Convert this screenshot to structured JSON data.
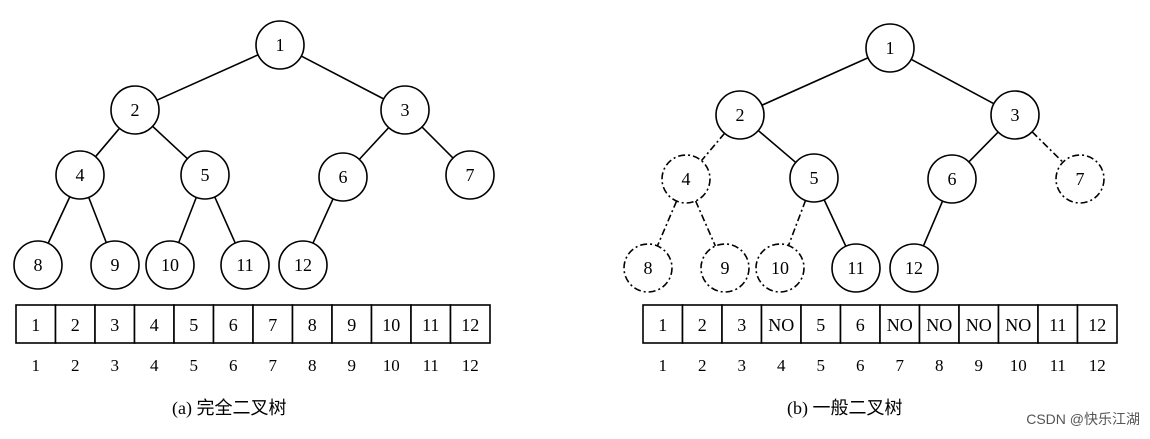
{
  "diagram_a": {
    "caption": "(a) 完全二叉树",
    "nodes": [
      {
        "id": "1",
        "label": "1",
        "dashed": false
      },
      {
        "id": "2",
        "label": "2",
        "dashed": false
      },
      {
        "id": "3",
        "label": "3",
        "dashed": false
      },
      {
        "id": "4",
        "label": "4",
        "dashed": false
      },
      {
        "id": "5",
        "label": "5",
        "dashed": false
      },
      {
        "id": "6",
        "label": "6",
        "dashed": false
      },
      {
        "id": "7",
        "label": "7",
        "dashed": false
      },
      {
        "id": "8",
        "label": "8",
        "dashed": false
      },
      {
        "id": "9",
        "label": "9",
        "dashed": false
      },
      {
        "id": "10",
        "label": "10",
        "dashed": false
      },
      {
        "id": "11",
        "label": "11",
        "dashed": false
      },
      {
        "id": "12",
        "label": "12",
        "dashed": false
      }
    ],
    "edges": [
      {
        "from": "1",
        "to": "2",
        "dashed": false
      },
      {
        "from": "1",
        "to": "3",
        "dashed": false
      },
      {
        "from": "2",
        "to": "4",
        "dashed": false
      },
      {
        "from": "2",
        "to": "5",
        "dashed": false
      },
      {
        "from": "3",
        "to": "6",
        "dashed": false
      },
      {
        "from": "3",
        "to": "7",
        "dashed": false
      },
      {
        "from": "4",
        "to": "8",
        "dashed": false
      },
      {
        "from": "4",
        "to": "9",
        "dashed": false
      },
      {
        "from": "5",
        "to": "10",
        "dashed": false
      },
      {
        "from": "5",
        "to": "11",
        "dashed": false
      },
      {
        "from": "6",
        "to": "12",
        "dashed": false
      }
    ],
    "array": [
      "1",
      "2",
      "3",
      "4",
      "5",
      "6",
      "7",
      "8",
      "9",
      "10",
      "11",
      "12"
    ],
    "indices": [
      "1",
      "2",
      "3",
      "4",
      "5",
      "6",
      "7",
      "8",
      "9",
      "10",
      "11",
      "12"
    ]
  },
  "diagram_b": {
    "caption": "(b) 一般二叉树",
    "nodes": [
      {
        "id": "1",
        "label": "1",
        "dashed": false
      },
      {
        "id": "2",
        "label": "2",
        "dashed": false
      },
      {
        "id": "3",
        "label": "3",
        "dashed": false
      },
      {
        "id": "4",
        "label": "4",
        "dashed": true
      },
      {
        "id": "5",
        "label": "5",
        "dashed": false
      },
      {
        "id": "6",
        "label": "6",
        "dashed": false
      },
      {
        "id": "7",
        "label": "7",
        "dashed": true
      },
      {
        "id": "8",
        "label": "8",
        "dashed": true
      },
      {
        "id": "9",
        "label": "9",
        "dashed": true
      },
      {
        "id": "10",
        "label": "10",
        "dashed": true
      },
      {
        "id": "11",
        "label": "11",
        "dashed": false
      },
      {
        "id": "12",
        "label": "12",
        "dashed": false
      }
    ],
    "edges": [
      {
        "from": "1",
        "to": "2",
        "dashed": false
      },
      {
        "from": "1",
        "to": "3",
        "dashed": false
      },
      {
        "from": "2",
        "to": "4",
        "dashed": true
      },
      {
        "from": "2",
        "to": "5",
        "dashed": false
      },
      {
        "from": "3",
        "to": "6",
        "dashed": false
      },
      {
        "from": "3",
        "to": "7",
        "dashed": true
      },
      {
        "from": "4",
        "to": "8",
        "dashed": true
      },
      {
        "from": "4",
        "to": "9",
        "dashed": true
      },
      {
        "from": "5",
        "to": "10",
        "dashed": true
      },
      {
        "from": "5",
        "to": "11",
        "dashed": false
      },
      {
        "from": "6",
        "to": "12",
        "dashed": false
      }
    ],
    "array": [
      "1",
      "2",
      "3",
      "NO",
      "5",
      "6",
      "NO",
      "NO",
      "NO",
      "NO",
      "11",
      "12"
    ],
    "indices": [
      "1",
      "2",
      "3",
      "4",
      "5",
      "6",
      "7",
      "8",
      "9",
      "10",
      "11",
      "12"
    ]
  },
  "watermark": "CSDN @快乐江湖"
}
